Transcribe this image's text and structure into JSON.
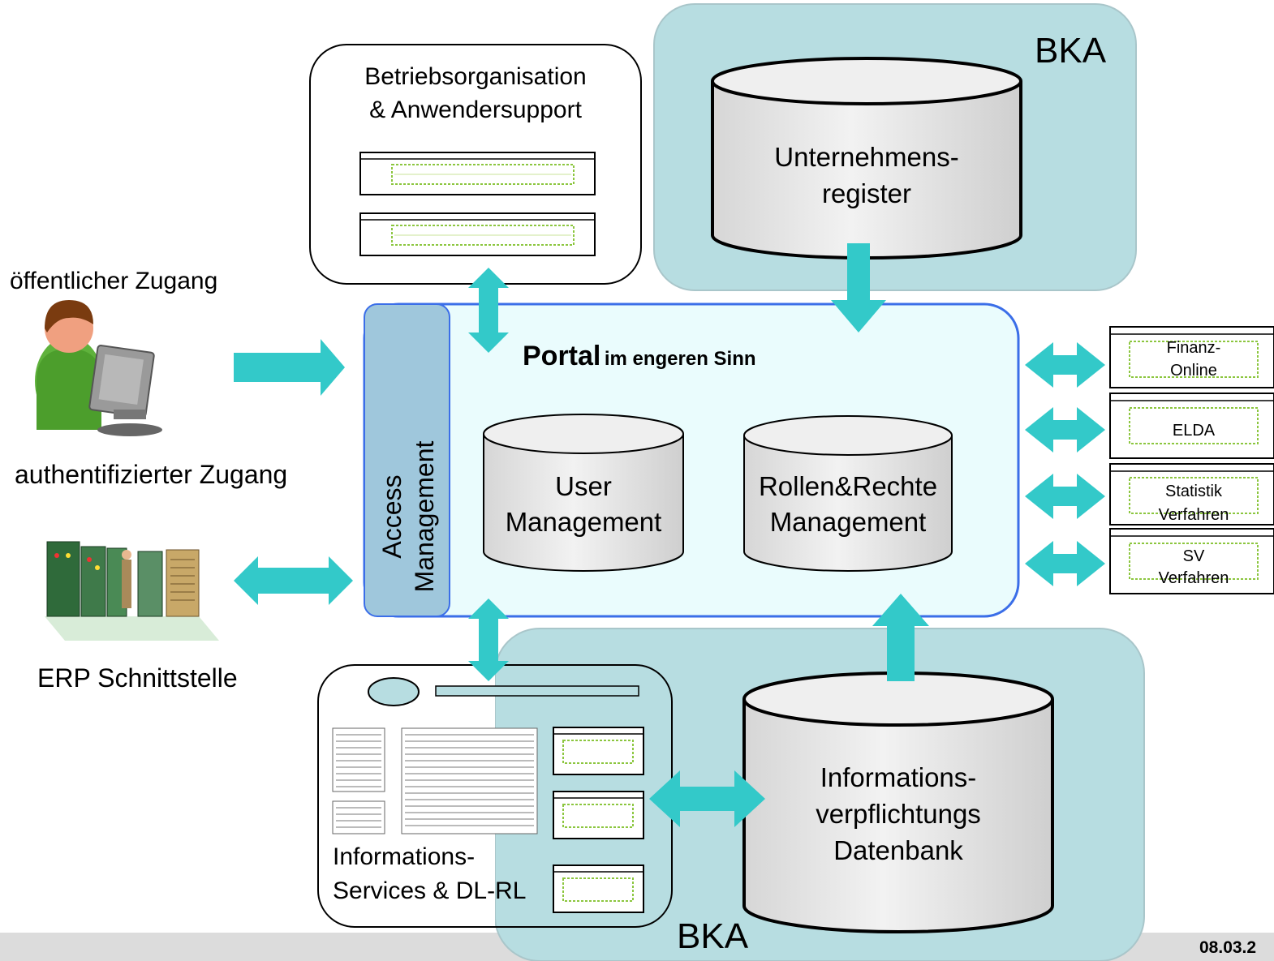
{
  "footer": {
    "date": "08.03.2"
  },
  "bka_top_label": "BKA",
  "bka_bottom_label": "BKA",
  "betrieb": {
    "line1": "Betriebsorganisation",
    "line2": "& Anwendersupport"
  },
  "unternehmensregister": {
    "line1": "Unternehmens-",
    "line2": "register"
  },
  "portal": {
    "bold": "Portal",
    "rest": "im engeren Sinn"
  },
  "access_management": {
    "line1": "Access",
    "line2": "Management"
  },
  "user_management": {
    "line1": "User",
    "line2": "Management"
  },
  "rollen": {
    "line1": "Rollen&Rechte",
    "line2": "Management"
  },
  "left": {
    "public_access": "öffentlicher Zugang",
    "auth_access": "authentifizierter Zugang",
    "erp": "ERP Schnittstelle"
  },
  "right_systems": [
    {
      "line1": "Finanz-",
      "line2": "Online"
    },
    {
      "line1": "ELDA",
      "line2": ""
    },
    {
      "line1": "Statistik",
      "line2": "Verfahren"
    },
    {
      "line1": "SV",
      "line2": "Verfahren"
    }
  ],
  "info_services": {
    "line1": "Informations-",
    "line2": "Services & DL-RL"
  },
  "info_db": {
    "line1": "Informations-",
    "line2": "verpflichtungs",
    "line3": "Datenbank"
  },
  "colors": {
    "teal_bg": "#b7dde1",
    "arrow": "#33c9c9",
    "portal_bg": "#eafcfd",
    "portal_border": "#3b6ee8",
    "access_bg": "#9fc7dc",
    "db_fill": "#e6e6e6"
  }
}
